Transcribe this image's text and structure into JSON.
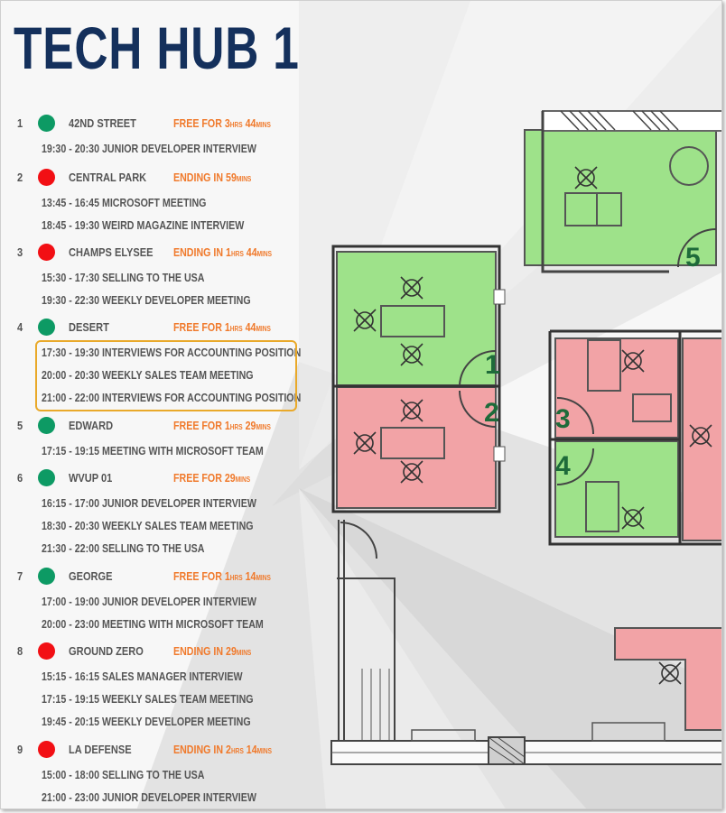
{
  "title": "TECH HUB 1",
  "colors": {
    "title": "#14305c",
    "free": "#0d9a64",
    "busy": "#f20f14",
    "status_text": "#f07a2c",
    "free_room_fill": "#9ee28a",
    "busy_room_fill": "#f2a3a6"
  },
  "rooms": [
    {
      "number": "1",
      "name": "42ND STREET",
      "status": "free",
      "status_parts": [
        "FREE FOR 3",
        "HRS",
        " 44",
        "MINS"
      ],
      "meetings": [
        "19:30 - 20:30 JUNIOR DEVELOPER INTERVIEW"
      ]
    },
    {
      "number": "2",
      "name": "CENTRAL PARK",
      "status": "busy",
      "status_parts": [
        "ENDING IN 59",
        "MINS"
      ],
      "meetings": [
        "13:45 - 16:45 MICROSOFT MEETING",
        "18:45 - 19:30 WEIRD MAGAZINE INTERVIEW"
      ]
    },
    {
      "number": "3",
      "name": "CHAMPS ELYSEE",
      "status": "busy",
      "status_parts": [
        "ENDING IN 1",
        "HRS",
        " 44",
        "MINS"
      ],
      "meetings": [
        "15:30 - 17:30 SELLING TO THE USA",
        "19:30 - 22:30 WEEKLY DEVELOPER MEETING"
      ]
    },
    {
      "number": "4",
      "name": "DESERT",
      "status": "free",
      "status_parts": [
        "FREE FOR 1",
        "HRS",
        " 44",
        "MINS"
      ],
      "meetings": [
        "17:30 - 19:30 INTERVIEWS FOR ACCOUNTING POSITION",
        "20:00 - 20:30 WEEKLY SALES TEAM MEETING",
        "21:00 - 22:00 INTERVIEWS FOR ACCOUNTING POSITION"
      ]
    },
    {
      "number": "5",
      "name": "EDWARD",
      "status": "free",
      "status_parts": [
        "FREE FOR 1",
        "HRS",
        " 29",
        "MINS"
      ],
      "meetings": [
        "17:15 - 19:15 MEETING WITH MICROSOFT TEAM"
      ]
    },
    {
      "number": "6",
      "name": "WVUP 01",
      "status": "free",
      "status_parts": [
        "FREE FOR 29",
        "MINS"
      ],
      "meetings": [
        "16:15 - 17:00 JUNIOR DEVELOPER INTERVIEW",
        "18:30 - 20:30 WEEKLY SALES TEAM MEETING",
        "21:30 - 22:00 SELLING TO THE USA"
      ]
    },
    {
      "number": "7",
      "name": "GEORGE",
      "status": "free",
      "status_parts": [
        "FREE FOR 1",
        "HRS",
        " 14",
        "MINS"
      ],
      "meetings": [
        "17:00 - 19:00 JUNIOR DEVELOPER INTERVIEW",
        "20:00 - 23:00 MEETING WITH MICROSOFT TEAM"
      ]
    },
    {
      "number": "8",
      "name": "GROUND ZERO",
      "status": "busy",
      "status_parts": [
        "ENDING IN 29",
        "MINS"
      ],
      "meetings": [
        "15:15 - 16:15 SALES MANAGER INTERVIEW",
        "17:15 - 19:15 WEEKLY SALES TEAM MEETING",
        "19:45 - 20:15 WEEKLY DEVELOPER MEETING"
      ]
    },
    {
      "number": "9",
      "name": "LA DEFENSE",
      "status": "busy",
      "status_parts": [
        "ENDING IN 2",
        "HRS",
        " 14",
        "MINS"
      ],
      "meetings": [
        "15:00 - 18:00 SELLING TO THE USA",
        "21:00 - 23:00 JUNIOR DEVELOPER INTERVIEW"
      ]
    }
  ],
  "floorplan": {
    "labels": [
      "1",
      "2",
      "3",
      "4",
      "5"
    ],
    "room_status": [
      "free",
      "busy",
      "busy",
      "free",
      "free"
    ]
  }
}
